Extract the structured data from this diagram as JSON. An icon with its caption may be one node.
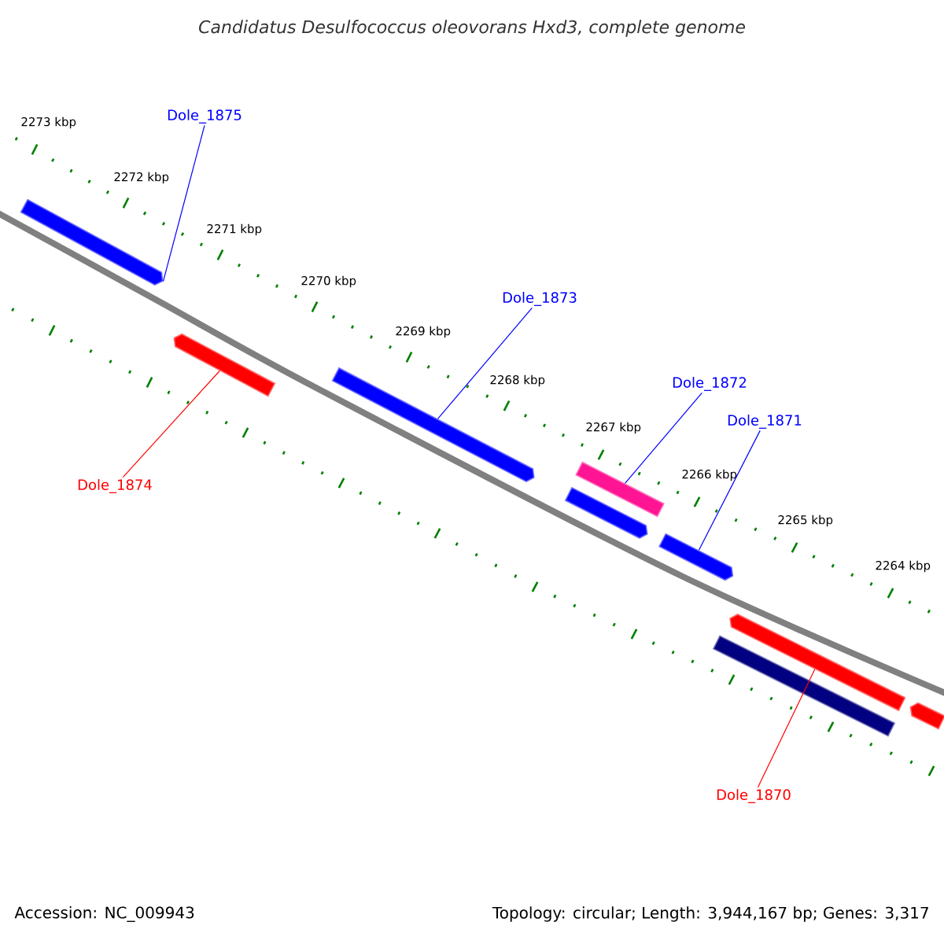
{
  "diagram": {
    "title": "Candidatus Desulfococcus oleovorans Hxd3, complete genome",
    "nodes": [
      {
        "text": [
          "Dole_1875"
        ]
      },
      {
        "text": [],
        "shape": "pentagon"
      },
      {
        "text": [
          "Dole_1874"
        ]
      },
      {
        "text": [],
        "shape": "pentagon"
      },
      {
        "text": [
          "Dole_1873"
        ]
      },
      {
        "text": [],
        "shape": "pentagon"
      },
      {
        "text": [
          "Dole_1872"
        ]
      },
      {
        "text": [],
        "shape": "bar"
      },
      {
        "text": [],
        "shape": "pentagon"
      },
      {
        "text": [
          "Dole_1871"
        ]
      },
      {
        "text": [],
        "shape": "pentagon"
      },
      {
        "text": [],
        "shape": "pentagon"
      },
      {
        "text": [],
        "shape": "bar"
      },
      {
        "text": [],
        "shape": "pentagon"
      },
      {
        "text": [
          "Dole_1870"
        ]
      }
    ],
    "edges": [
      {
        "from": 0,
        "to": 1,
        "arrow": "none"
      },
      {
        "from": 2,
        "to": 3,
        "arrow": "none",
        "color": "#ff0000"
      },
      {
        "from": 4,
        "to": 5,
        "arrow": "none"
      },
      {
        "from": 6,
        "to": 7,
        "arrow": "none"
      },
      {
        "from": 9,
        "to": 10,
        "arrow": "none"
      },
      {
        "from": 14,
        "to": 11,
        "arrow": "none",
        "color": "#ff0000"
      }
    ],
    "labels": [
      "2273 kbp",
      "2272 kbp",
      "2271 kbp",
      "2270 kbp",
      "2269 kbp",
      "2268 kbp",
      "2267 kbp",
      "2266 kbp",
      "2265 kbp",
      "2264 kbp",
      "Accession: NC_009943",
      "Topology: circular; Length: 3,944,167 bp; Genes: 3,317"
    ]
  }
}
